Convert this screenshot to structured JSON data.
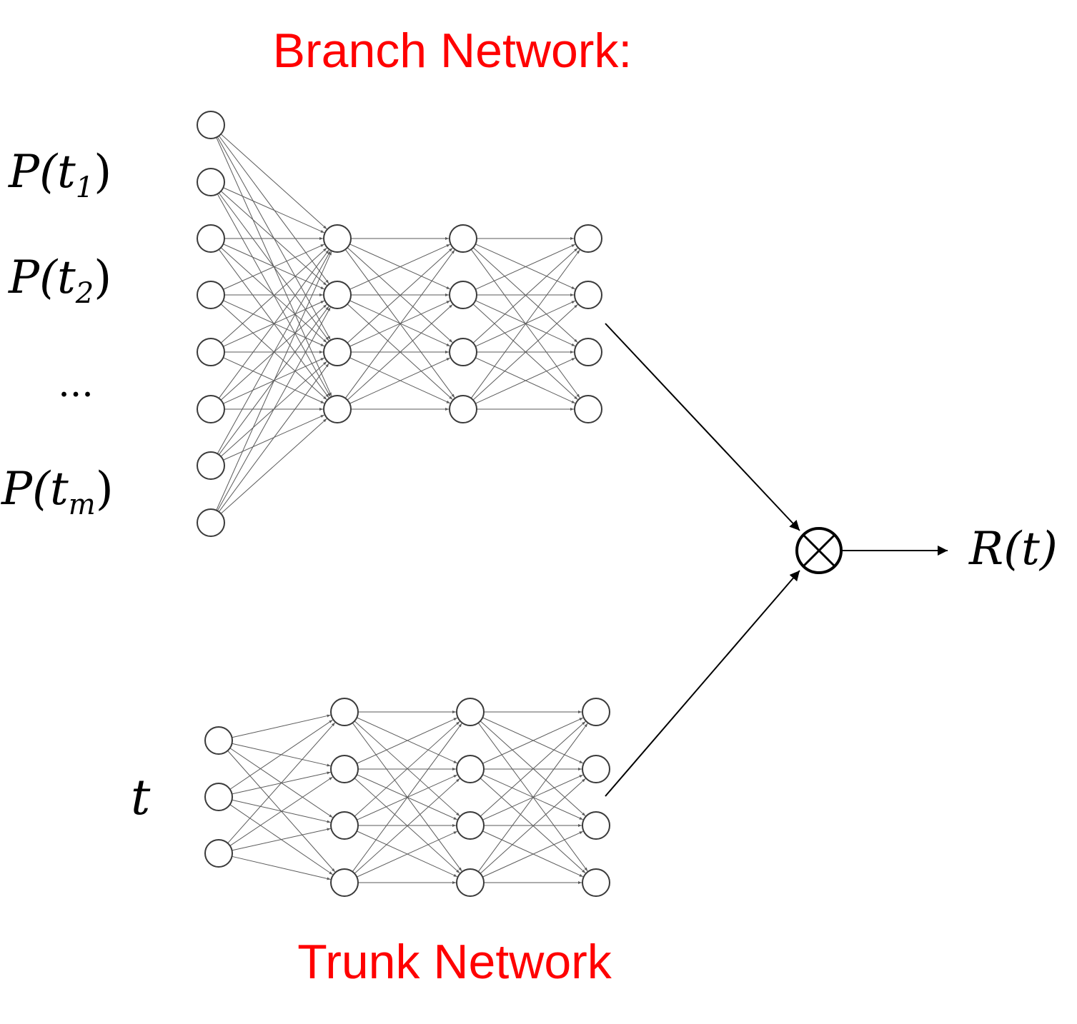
{
  "branch": {
    "title": "Branch Network:",
    "inputs": [
      {
        "base": "P(t",
        "sub": "1",
        "close": ")"
      },
      {
        "base": "P(t",
        "sub": "2",
        "close": ")"
      },
      {
        "dots": "..."
      },
      {
        "base": "P(t",
        "sub": "m",
        "close": ")"
      }
    ],
    "layers": [
      8,
      4,
      4,
      4
    ]
  },
  "trunk": {
    "title": "Trunk Network",
    "input_label": "t",
    "layers": [
      3,
      4,
      4,
      4
    ]
  },
  "operator": {
    "symbol": "⊗",
    "output_label": "R(t)"
  },
  "colors": {
    "title": "#ff0000",
    "node_stroke": "#3a3a3a",
    "edge": "#5a5a5a",
    "arrow": "#000000"
  }
}
